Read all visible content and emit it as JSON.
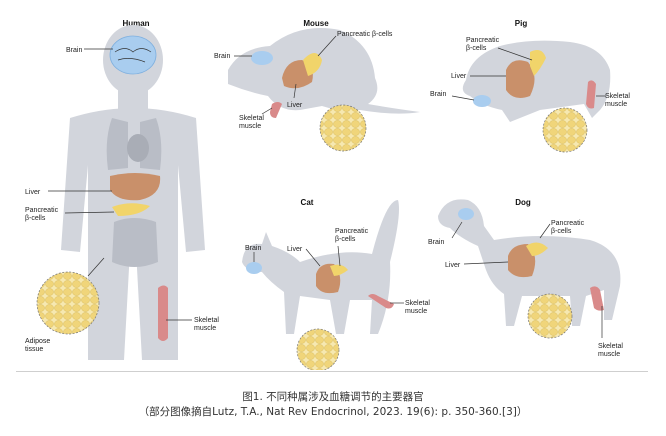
{
  "panels": {
    "human": {
      "title": "Human",
      "labels": {
        "brain": "Brain",
        "liver": "Liver",
        "pancreatic": "Pancreatic",
        "beta_cells": "β-cells",
        "adipose": "Adipose",
        "tissue": "tissue",
        "skeletal": "Skeletal",
        "muscle": "muscle"
      }
    },
    "mouse": {
      "title": "Mouse",
      "labels": {
        "brain": "Brain",
        "pancreatic": "Pancreatic β-cells",
        "liver": "Liver",
        "skeletal": "Skeletal",
        "muscle": "muscle"
      }
    },
    "pig": {
      "title": "Pig",
      "labels": {
        "pancreatic": "Pancreatic",
        "beta_cells": "β-cells",
        "liver": "Liver",
        "brain": "Brain",
        "skeletal": "Skeletal",
        "muscle": "muscle"
      }
    },
    "cat": {
      "title": "Cat",
      "labels": {
        "brain": "Brain",
        "liver": "Liver",
        "pancreatic": "Pancreatic",
        "beta_cells": "β-cells",
        "skeletal": "Skeletal",
        "muscle": "muscle"
      }
    },
    "dog": {
      "title": "Dog",
      "labels": {
        "brain": "Brain",
        "pancreatic": "Pancreatic",
        "beta_cells": "β-cells",
        "liver": "Liver",
        "skeletal": "Skeletal",
        "muscle": "muscle"
      }
    }
  },
  "caption": {
    "line1": "图1. 不同种属涉及血糖调节的主要器官",
    "line2": "（部分图像摘自Lutz, T.A., Nat Rev Endocrinol, 2023. 19(6): p. 350-360.[3]）"
  },
  "colors": {
    "silhouette": "#d2d5dc",
    "brain": "#a9cdef",
    "liver": "#c9906a",
    "pancreas": "#f1d46a",
    "muscle": "#d98a8a",
    "adipose": "#f2dc8a"
  }
}
